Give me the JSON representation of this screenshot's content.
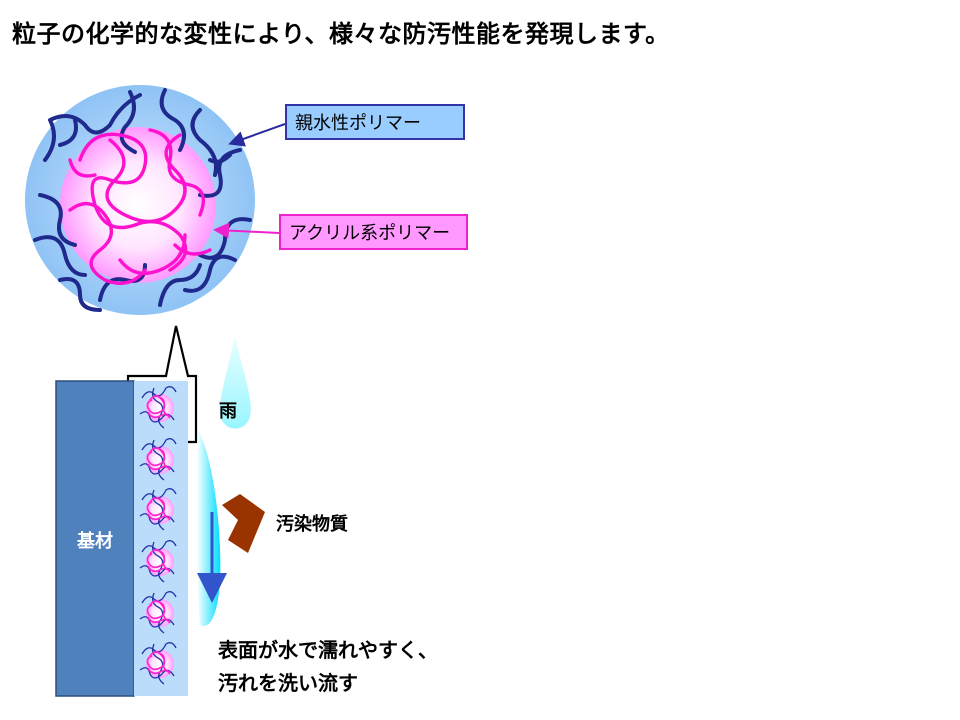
{
  "title": "粒子の化学的な変性により、様々な防汚性能を発現します。",
  "labels": {
    "hydrophilic_polymer": "親水性ポリマー",
    "acrylic_polymer": "アクリル系ポリマー",
    "rain": "雨",
    "contaminant": "汚染物質",
    "substrate": "基材",
    "description_line1": "表面が水で濡れやすく、",
    "description_line2": "汚れを洗い流す"
  },
  "colors": {
    "particle_outer": "#99ccff",
    "particle_core": "#ffccff",
    "hydrophilic_chain": "#1a237e",
    "acrylic_chain": "#ff00cc",
    "substrate": "#4f81bd",
    "contaminant": "#993300",
    "water_flow": "#66ffff",
    "flow_arrow": "#3355cc"
  }
}
